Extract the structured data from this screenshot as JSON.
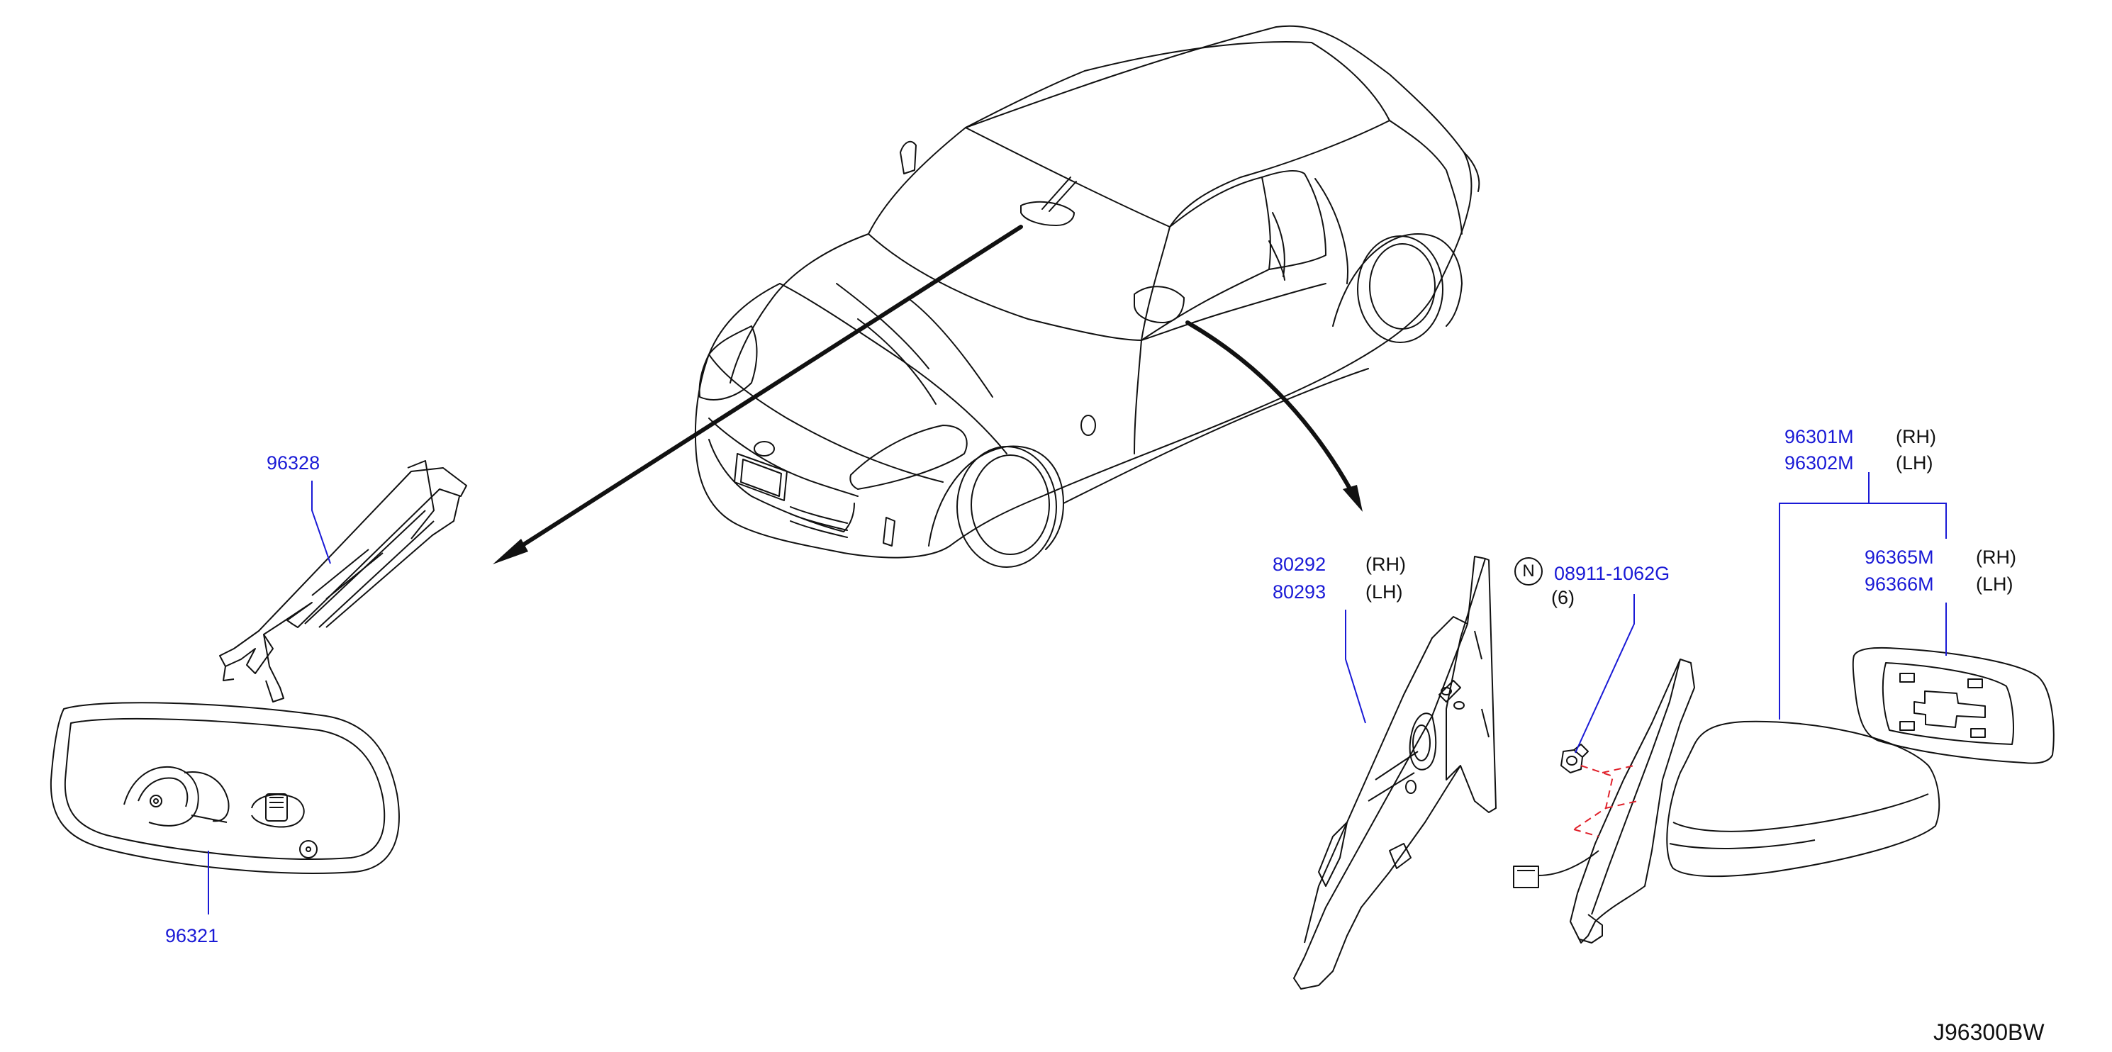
{
  "diagram": {
    "code": "J96300BW",
    "labels": {
      "p96328": "96328",
      "p96321": "96321",
      "p80292": "80292",
      "p80293": "80293",
      "rh": "(RH)",
      "lh": "(LH)",
      "n_symbol": "N",
      "p08911": "08911-1062G",
      "qty": "(6)",
      "p96301M": "96301M",
      "p96302M": "96302M",
      "p96365M": "96365M",
      "p96366M": "96366M"
    },
    "colors": {
      "part_number": "#1a1ad6",
      "line": "#111111",
      "leader": "#1a1ad6",
      "hidden_line": "#e0202a"
    }
  }
}
